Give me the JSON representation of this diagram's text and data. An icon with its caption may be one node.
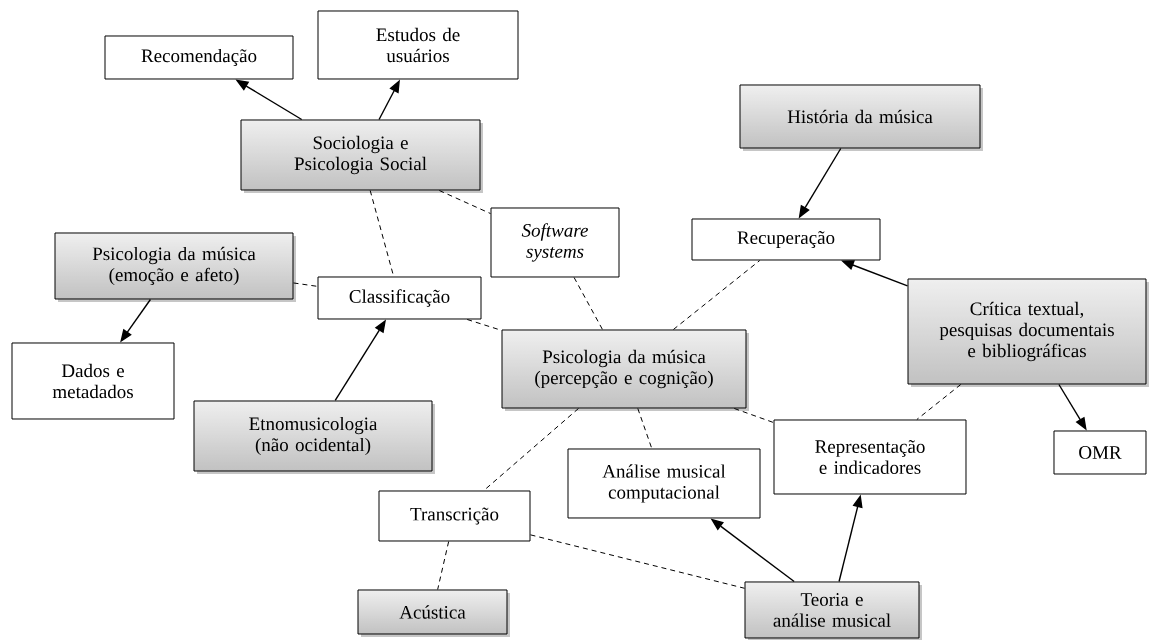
{
  "diagram": {
    "nodes": [
      {
        "text": [
          "Recomendação"
        ]
      },
      {
        "text": [
          "Estudos de usuários"
        ]
      },
      {
        "text": [
          "Sociologia e Psicologia Social"
        ]
      },
      {
        "text": [
          "História da música"
        ]
      },
      {
        "text": [
          "Software systems"
        ]
      },
      {
        "text": [
          "Recuperação"
        ]
      },
      {
        "text": [
          "Psicologia da música (emoção e afeto)"
        ]
      },
      {
        "text": [
          "Classificação"
        ]
      },
      {
        "text": [
          "Crítica textual, pesquisas documentais e bibliográficas"
        ]
      },
      {
        "text": [
          "Dados e metadados"
        ]
      },
      {
        "text": [
          "Psicologia da música (percepção e cognição)"
        ]
      },
      {
        "text": [
          "Etnomusicologia (não ocidental)"
        ]
      },
      {
        "text": [
          "Representação e indicadores"
        ]
      },
      {
        "text": [
          "OMR"
        ]
      },
      {
        "text": [
          "Análise musical computacional"
        ]
      },
      {
        "text": [
          "Transcrição"
        ]
      },
      {
        "text": [
          "Acústica"
        ]
      },
      {
        "text": [
          "Teoria e análise musical"
        ]
      }
    ],
    "edges": [
      {
        "from": 2,
        "to": 0,
        "arrow": "to"
      },
      {
        "from": 2,
        "to": 1,
        "arrow": "to"
      },
      {
        "from": 2,
        "to": 4,
        "arrow": "none",
        "style": "dashed"
      },
      {
        "from": 2,
        "to": 7,
        "arrow": "none",
        "style": "dashed"
      },
      {
        "from": 3,
        "to": 5,
        "arrow": "to"
      },
      {
        "from": 4,
        "to": 10,
        "arrow": "none",
        "style": "dashed"
      },
      {
        "from": 6,
        "to": 7,
        "arrow": "none",
        "style": "dashed"
      },
      {
        "from": 6,
        "to": 9,
        "arrow": "to"
      },
      {
        "from": 7,
        "to": 10,
        "arrow": "none",
        "style": "dashed"
      },
      {
        "from": 8,
        "to": 5,
        "arrow": "to"
      },
      {
        "from": 11,
        "to": 7,
        "arrow": "to"
      },
      {
        "from": 10,
        "to": 5,
        "arrow": "none",
        "style": "dashed"
      },
      {
        "from": 10,
        "to": 12,
        "arrow": "none",
        "style": "dashed"
      },
      {
        "from": 8,
        "to": 12,
        "arrow": "none",
        "style": "dashed"
      },
      {
        "from": 8,
        "to": 13,
        "arrow": "to"
      },
      {
        "from": 10,
        "to": 14,
        "arrow": "none",
        "style": "dashed"
      },
      {
        "from": 10,
        "to": 15,
        "arrow": "none",
        "style": "dashed"
      },
      {
        "from": 15,
        "to": 16,
        "arrow": "none",
        "style": "dashed"
      },
      {
        "from": 15,
        "to": 17,
        "arrow": "none",
        "style": "dashed"
      },
      {
        "from": 17,
        "to": 14,
        "arrow": "to"
      },
      {
        "from": 17,
        "to": 12,
        "arrow": "to"
      }
    ]
  }
}
